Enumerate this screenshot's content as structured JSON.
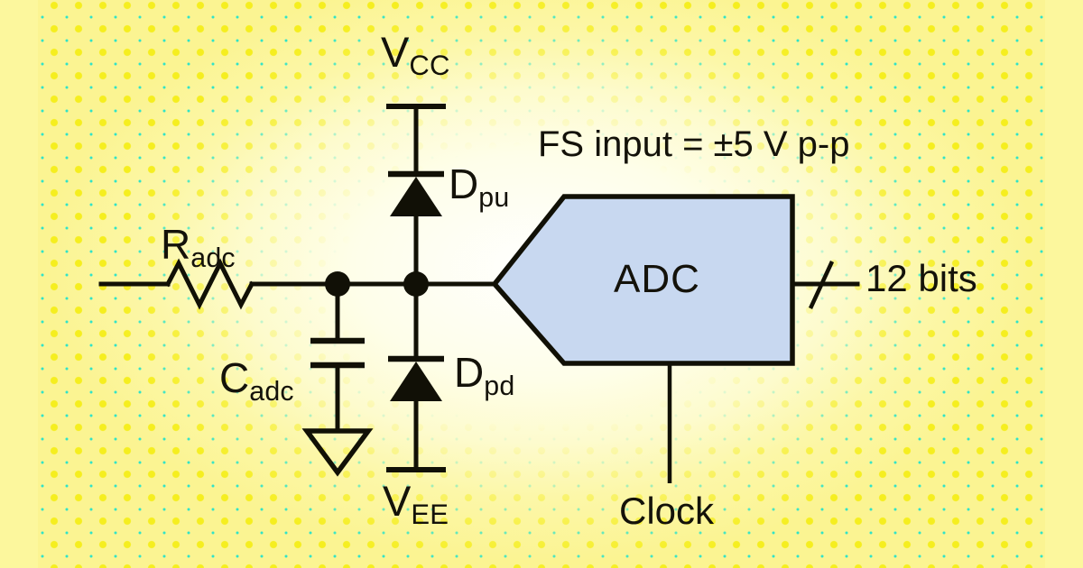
{
  "figure": {
    "title": "ADC input protection network",
    "background": {
      "base_color": "#fefee9",
      "halftone_dot_color": "#f5ee1f",
      "halftone_accent_color": "#2fe3c8",
      "edge_band_color": "#fcf79d"
    },
    "ink_color": "#111006",
    "block_fill_color": "#c8d8f0"
  },
  "labels": {
    "vcc": {
      "main": "V",
      "sub": "CC"
    },
    "vee": {
      "main": "V",
      "sub": "EE"
    },
    "diode_pullup": {
      "main": "D",
      "sub": "pu"
    },
    "diode_pulldown": {
      "main": "D",
      "sub": "pd"
    },
    "resistor": {
      "main": "R",
      "sub": "adc"
    },
    "capacitor": {
      "main": "C",
      "sub": "adc"
    },
    "full_scale_note": "FS input = ±5 V p-p",
    "block_name": "ADC",
    "output_width": "12 bits",
    "clock": "Clock"
  },
  "components": [
    {
      "name": "series-resistor",
      "ref": "Radc",
      "type": "resistor"
    },
    {
      "name": "shunt-capacitor",
      "ref": "Cadc",
      "type": "capacitor"
    },
    {
      "name": "pullup-clamp-diode",
      "ref": "Dpu",
      "type": "diode",
      "to_rail": "VCC"
    },
    {
      "name": "pulldown-clamp-diode",
      "ref": "Dpd",
      "type": "diode",
      "to_rail": "VEE"
    },
    {
      "name": "ground-symbol",
      "type": "ground"
    },
    {
      "name": "adc-block",
      "ref": "ADC",
      "type": "converter"
    }
  ],
  "nets": [
    {
      "name": "input-node",
      "label": ""
    },
    {
      "name": "cap-junction",
      "label": ""
    },
    {
      "name": "clamp-junction",
      "label": ""
    },
    {
      "name": "adc-output-bus",
      "label": "12 bits"
    },
    {
      "name": "adc-clock-input",
      "label": "Clock"
    }
  ]
}
